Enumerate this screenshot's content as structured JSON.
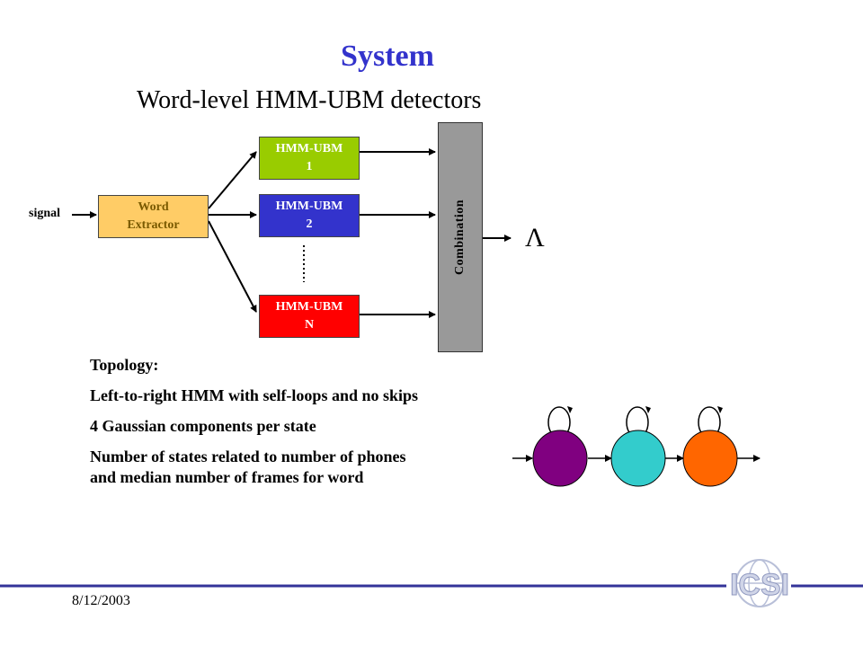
{
  "slide": {
    "title": "System",
    "subtitle": "Word-level HMM-UBM detectors",
    "date": "8/12/2003",
    "logo_text": "ICSI"
  },
  "diagram": {
    "input_label": "signal",
    "extractor_label": "Word Extractor",
    "models": [
      {
        "name": "HMM-UBM",
        "index": "1",
        "color": "#99cc00",
        "text_color": "#ffffff"
      },
      {
        "name": "HMM-UBM",
        "index": "2",
        "color": "#3333cc",
        "text_color": "#ffffff"
      },
      {
        "name": "HMM-UBM",
        "index": "N",
        "color": "#ff0000",
        "text_color": "#ffffff"
      }
    ],
    "combiner_label": "Combination",
    "output_symbol": "Λ",
    "colors": {
      "extractor": "#ffcc66",
      "combiner": "#999999"
    }
  },
  "topology": {
    "heading": "Topology:",
    "items": [
      "Left-to-right HMM with self-loops and no skips",
      "4 Gaussian components per state",
      "Number of states related to number of phones and median number of frames for word"
    ]
  },
  "states": {
    "colors": [
      "#800080",
      "#33cccc",
      "#ff6600"
    ]
  },
  "colors": {
    "title": "#3333cc",
    "rule": "#333399"
  }
}
